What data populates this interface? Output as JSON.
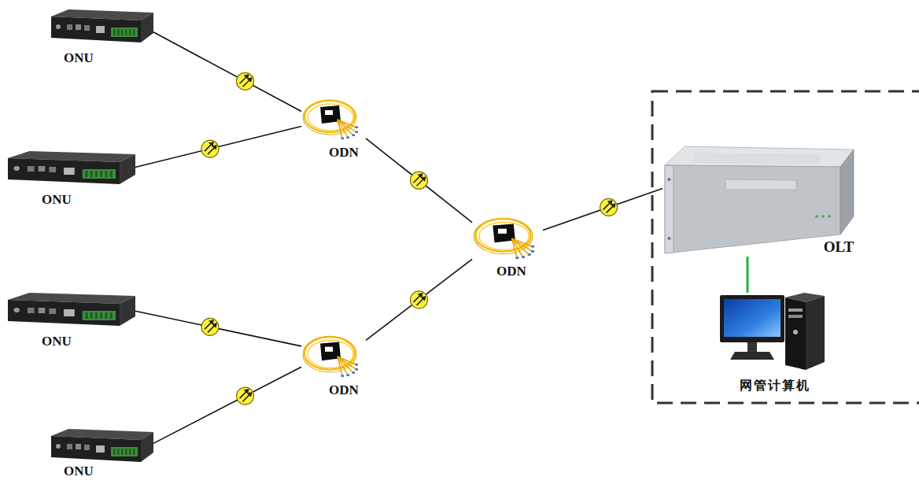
{
  "diagram": {
    "nodes": [
      {
        "text": [
          "ONU"
        ]
      },
      {
        "text": [
          "ONU"
        ]
      },
      {
        "text": [
          "ONU"
        ]
      },
      {
        "text": [
          "ONU"
        ]
      },
      {
        "text": [
          "ODN"
        ]
      },
      {
        "text": [
          "ODN"
        ]
      },
      {
        "text": [
          "ODN"
        ]
      },
      {
        "text": [
          "OLT"
        ]
      },
      {
        "text": [
          "网管计算机"
        ]
      }
    ],
    "edges": [
      {
        "from": 0,
        "to": 4,
        "arrow": "none"
      },
      {
        "from": 1,
        "to": 4,
        "arrow": "none"
      },
      {
        "from": 4,
        "to": 5,
        "arrow": "none"
      },
      {
        "from": 5,
        "to": 7,
        "arrow": "none"
      },
      {
        "from": 2,
        "to": 6,
        "arrow": "none"
      },
      {
        "from": 3,
        "to": 6,
        "arrow": "none"
      },
      {
        "from": 6,
        "to": 5,
        "arrow": "none"
      },
      {
        "from": 7,
        "to": 8,
        "arrow": "none"
      }
    ]
  }
}
